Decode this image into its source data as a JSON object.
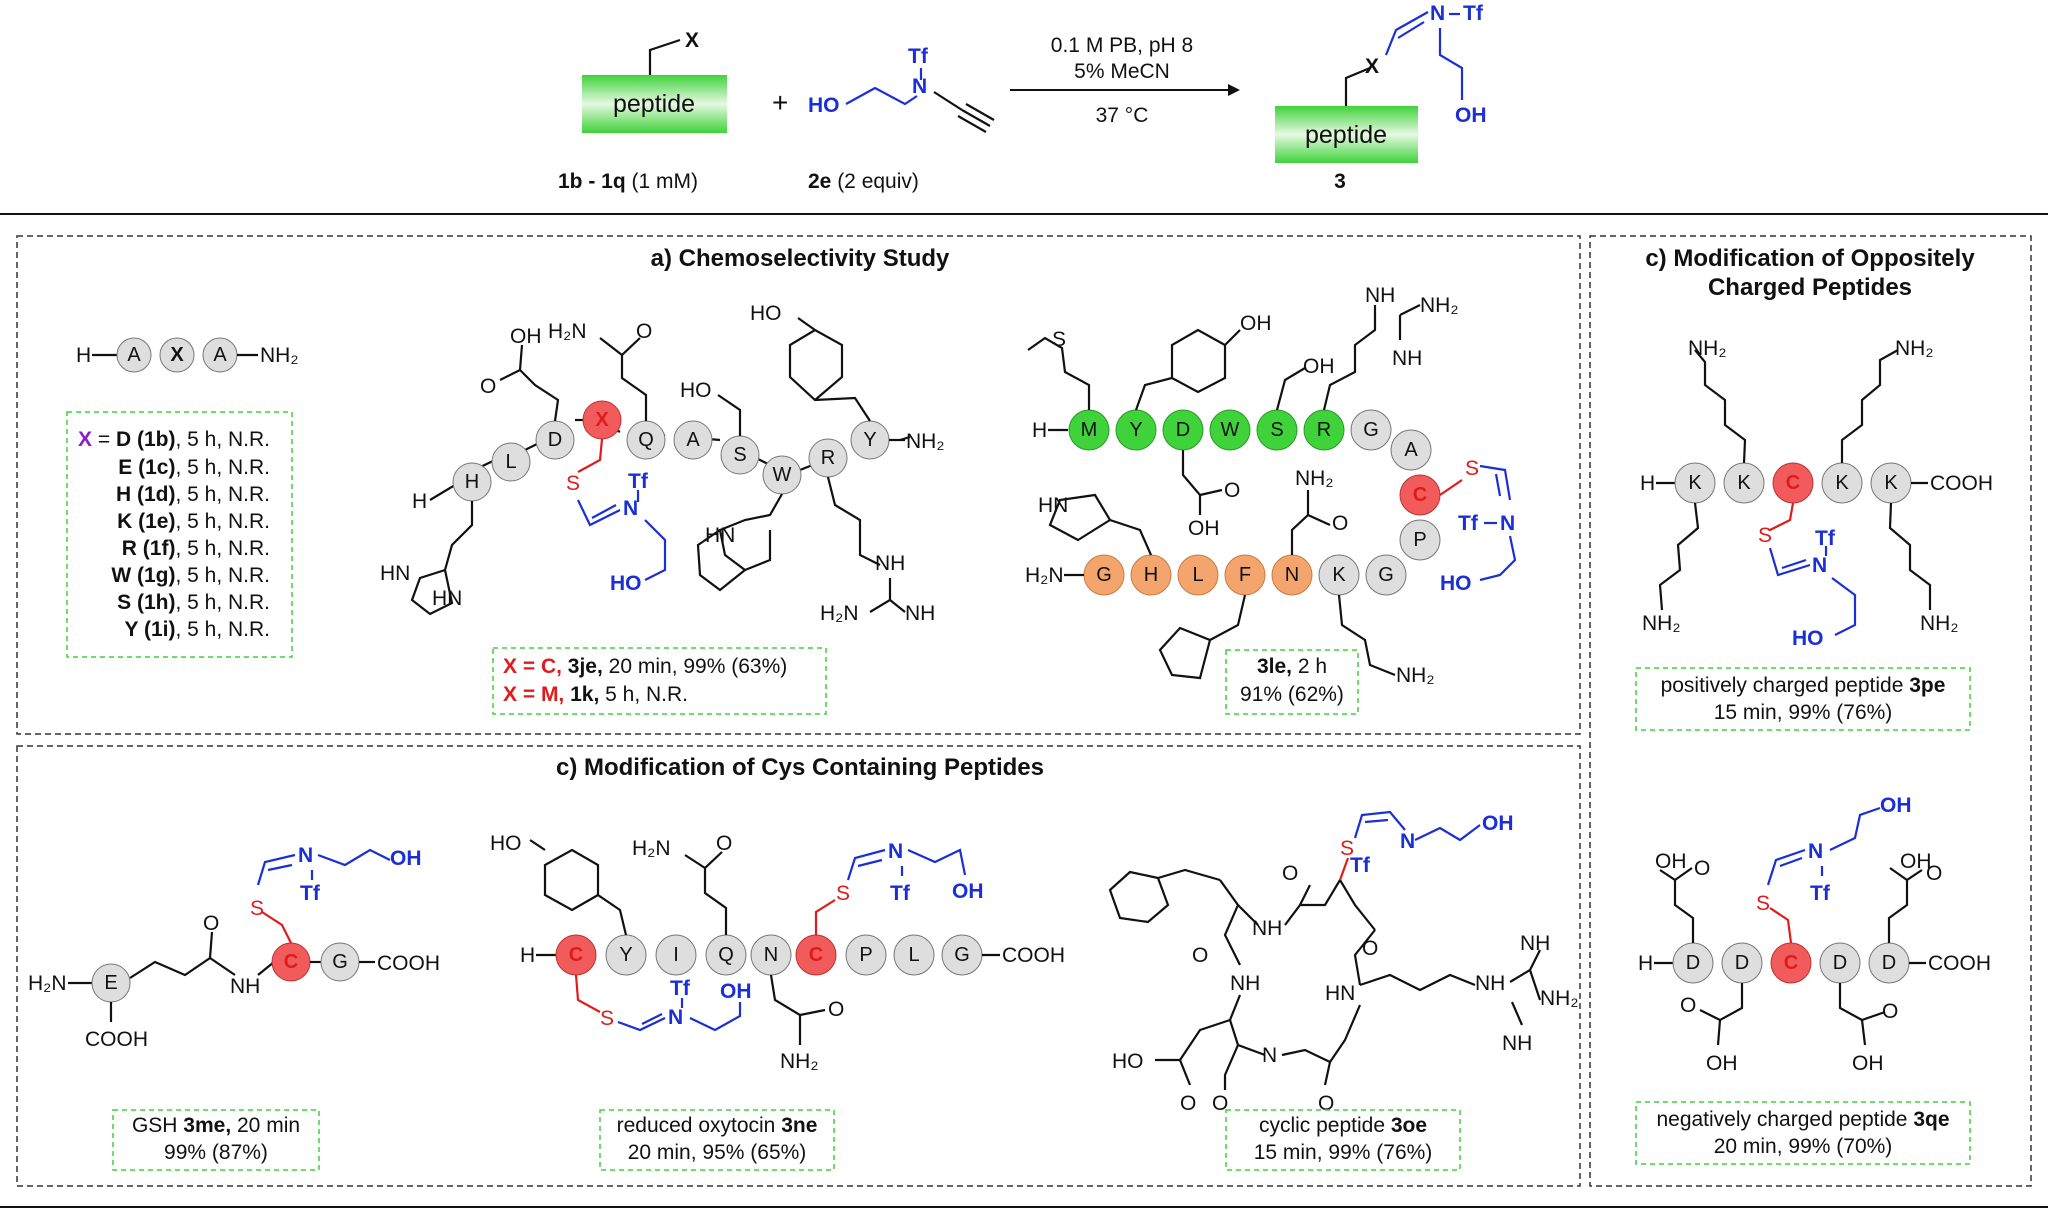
{
  "top": {
    "peptide_label": "peptide",
    "x_label": "X",
    "plus": "+",
    "reagent": {
      "tf": "Tf",
      "n": "N",
      "ho": "HO"
    },
    "conditions": [
      "0.1 M PB, pH 8",
      "5% MeCN",
      "37 °C"
    ],
    "product_peptide": "peptide",
    "product_x": "X",
    "product_n": "N",
    "product_tf": "Tf",
    "product_oh": "OH",
    "caption_1_bold": "1b - 1q",
    "caption_1_rest": " (1 mM)",
    "caption_2_bold": "2e",
    "caption_2_rest": " (2 equiv)",
    "caption_3": "3"
  },
  "panel_a": {
    "title": "a) Chemoselectivity Study",
    "tripeptide": {
      "h": "H",
      "a1": "A",
      "x": "X",
      "a2": "A",
      "nh2": "NH₂"
    },
    "list": [
      {
        "x_prefix": "X",
        "eq": " = ",
        "bold": "D (1b)",
        "rest": ", 5 h, N.R."
      },
      {
        "x_prefix": "",
        "eq": "",
        "bold": "E (1c)",
        "rest": ", 5 h, N.R."
      },
      {
        "x_prefix": "",
        "eq": "",
        "bold": "H (1d)",
        "rest": ", 5 h, N.R."
      },
      {
        "x_prefix": "",
        "eq": "",
        "bold": "K (1e)",
        "rest": ", 5 h, N.R."
      },
      {
        "x_prefix": "",
        "eq": "",
        "bold": "R (1f)",
        "rest": ", 5 h, N.R."
      },
      {
        "x_prefix": "",
        "eq": "",
        "bold": "W (1g)",
        "rest": ", 5 h, N.R."
      },
      {
        "x_prefix": "",
        "eq": "",
        "bold": "S (1h)",
        "rest": ", 5 h, N.R."
      },
      {
        "x_prefix": "",
        "eq": "",
        "bold": "Y (1i)",
        "rest": ", 5 h, N.R."
      }
    ],
    "pep1": {
      "residues": [
        "H",
        "L",
        "D",
        "X",
        "Q",
        "A",
        "S",
        "W",
        "R",
        "Y"
      ],
      "h": "H",
      "nh2": "NH₂",
      "oh": "OH",
      "o": "O",
      "h2n": "H₂N",
      "ho": "HO",
      "s": "S",
      "n": "N",
      "tf": "Tf",
      "hn": "HN",
      "nh": "NH",
      "nh_": "NH",
      "h2n2": "H₂N",
      "nh3": "NH",
      "result_1": {
        "x": "X = C,",
        "bold": " 3je,",
        "rest": " 20 min, 99% (63%)"
      },
      "result_2": {
        "x": "X = M,",
        "bold": " 1k,",
        "rest": " 5 h, N.R."
      }
    },
    "pep2": {
      "residues_top": [
        "M",
        "Y",
        "D",
        "W",
        "S",
        "R",
        "G",
        "A",
        "C"
      ],
      "residues_bottom": [
        "G",
        "H",
        "L",
        "F",
        "N",
        "K",
        "G",
        "P"
      ],
      "s_me": "S",
      "oh": "OH",
      "h": "H",
      "nh": "NH",
      "nh2": "NH₂",
      "hn": "HN",
      "o": "O",
      "h2n": "H₂N",
      "s": "S",
      "tf": "Tf",
      "n": "N",
      "ho": "HO",
      "nh2_2": "NH₂",
      "o2": "O",
      "oh2": "OH",
      "nh2_3": "NH₂",
      "result_bold": "3le,",
      "result_rest": " 2 h",
      "result_2": "91% (62%)"
    }
  },
  "panel_b": {
    "title": "c) Modification of Cys Containing Peptides",
    "gsh": {
      "h2n": "H₂N",
      "e": "E",
      "c": "C",
      "g": "G",
      "cooh": "COOH",
      "cooh2": "COOH",
      "nh": "NH",
      "o": "O",
      "s": "S",
      "n": "N",
      "tf": "Tf",
      "oh": "OH",
      "result_pre": "GSH ",
      "result_bold": "3me,",
      "result_rest": " 20 min",
      "result_2": "99% (87%)"
    },
    "oxytocin": {
      "residues": [
        "C",
        "Y",
        "I",
        "Q",
        "N",
        "C",
        "P",
        "L",
        "G"
      ],
      "h": "H",
      "cooh": "COOH",
      "ho": "HO",
      "h2n": "H₂N",
      "o": "O",
      "s": "S",
      "n": "N",
      "tf": "Tf",
      "oh": "OH",
      "nh2": "NH₂",
      "o2": "O",
      "result_pre": "reduced oxytocin ",
      "result_bold": "3ne",
      "result_2": "20 min, 95% (65%)"
    },
    "cyclic": {
      "nh": "NH",
      "o": "O",
      "hn": "HN",
      "s": "S",
      "n": "N",
      "tf": "Tf",
      "oh": "OH",
      "ho": "HO",
      "nh2": "NH₂",
      "nh_g": "NH",
      "h": "N",
      "result_pre": "cyclic peptide ",
      "result_bold": "3oe",
      "result_2": "15 min, 99% (76%)"
    }
  },
  "panel_c": {
    "title_1": "c) Modification of Oppositely",
    "title_2": "Charged Peptides",
    "pos": {
      "residues": [
        "K",
        "K",
        "C",
        "K",
        "K"
      ],
      "h": "H",
      "cooh": "COOH",
      "nh2": "NH₂",
      "s": "S",
      "n": "N",
      "tf": "Tf",
      "ho": "HO",
      "result_pre": "positively charged peptide ",
      "result_bold": "3pe",
      "result_2": "15 min, 99% (76%)"
    },
    "neg": {
      "residues": [
        "D",
        "D",
        "C",
        "D",
        "D"
      ],
      "h": "H",
      "cooh": "COOH",
      "oh": "OH",
      "o": "O",
      "s": "S",
      "n": "N",
      "tf": "Tf",
      "result_pre": "negatively charged peptide ",
      "result_bold": "3qe",
      "result_2": "20 min, 99% (70%)"
    }
  },
  "colors": {
    "green": "#3fd23a",
    "orange": "#f4a56e",
    "red_bead": "#f25b5b",
    "grey_bead": "#dedede",
    "blue": "#1a2fd6",
    "red": "#e01b1b"
  }
}
